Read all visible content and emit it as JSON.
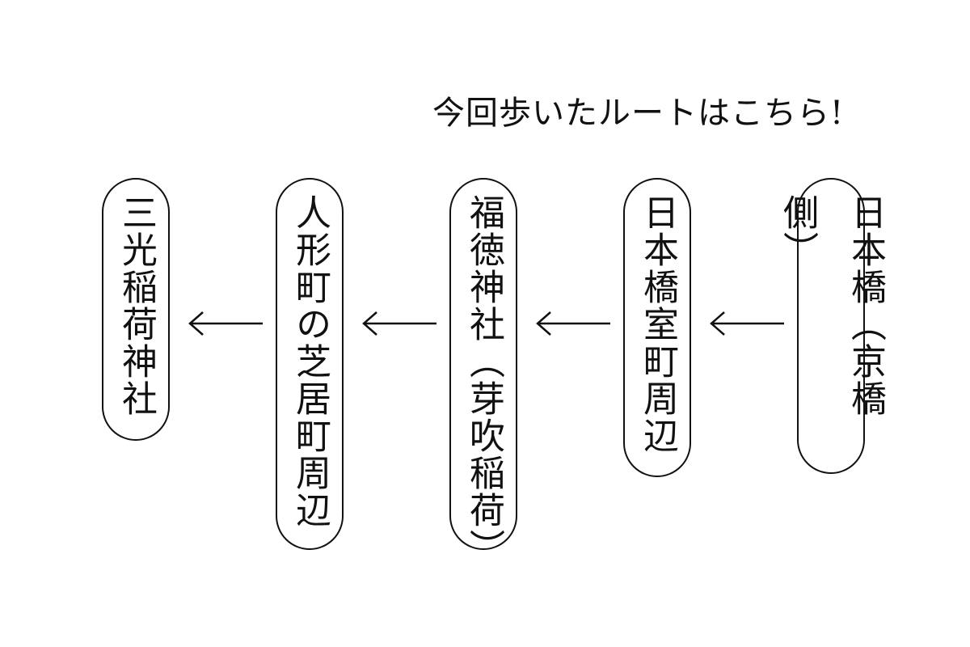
{
  "title": "今回歩いたルートはこちら!",
  "route": [
    {
      "label": "日本橋（京橋側）"
    },
    {
      "label": "日本橋室町周辺"
    },
    {
      "label": "福徳神社（芽吹稲荷）"
    },
    {
      "label": "人形町の芝居町周辺"
    },
    {
      "label": "三光稲荷神社"
    }
  ],
  "arrow_icon": "arrow-left-icon"
}
